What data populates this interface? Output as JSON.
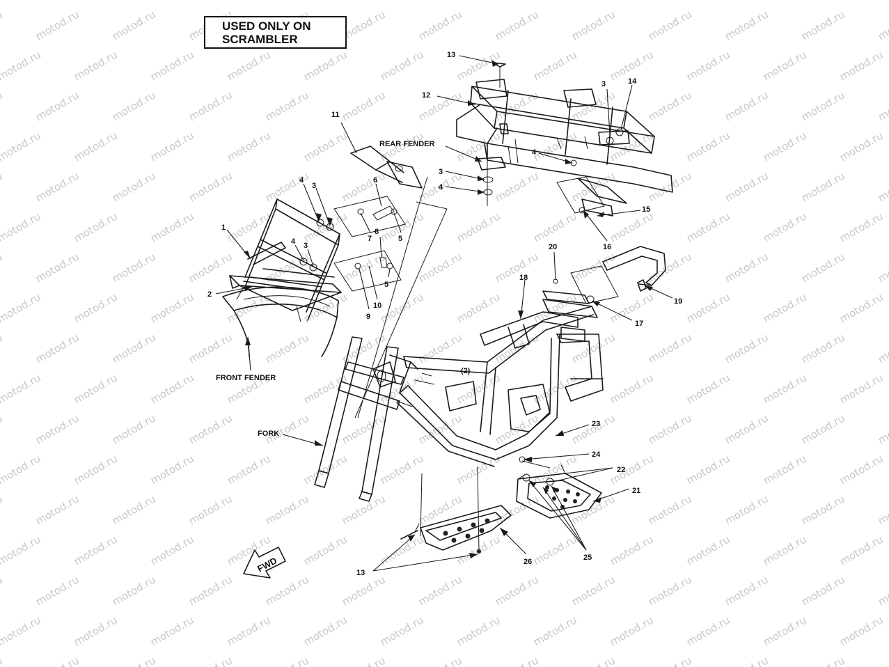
{
  "notice": {
    "line1": "USED ONLY ON",
    "line2": "SCRAMBLER"
  },
  "watermark": "motod.ru",
  "direction_label": "FWD",
  "labels": {
    "rear_fender": "REAR FENDER",
    "front_fender": "FRONT FENDER",
    "fork": "FORK"
  },
  "callouts": {
    "c1": "1",
    "c2": "2",
    "c3a": "3",
    "c3b": "3",
    "c3c": "3",
    "c4a": "4",
    "c4b": "4",
    "c4c": "4",
    "c4d": "4",
    "c5a": "5",
    "c5b": "5",
    "c6": "6",
    "c7": "7",
    "c8": "8",
    "c9": "9",
    "c10": "10",
    "c11": "11",
    "c12": "12",
    "c13a": "13",
    "c13b": "13",
    "c14": "14",
    "c15": "15",
    "c16": "16",
    "c17": "17",
    "c18": "18",
    "c19": "19",
    "c20": "20",
    "c21": "21",
    "c22": "22",
    "c23": "23",
    "c24": "24",
    "c25": "25",
    "c26": "26"
  }
}
